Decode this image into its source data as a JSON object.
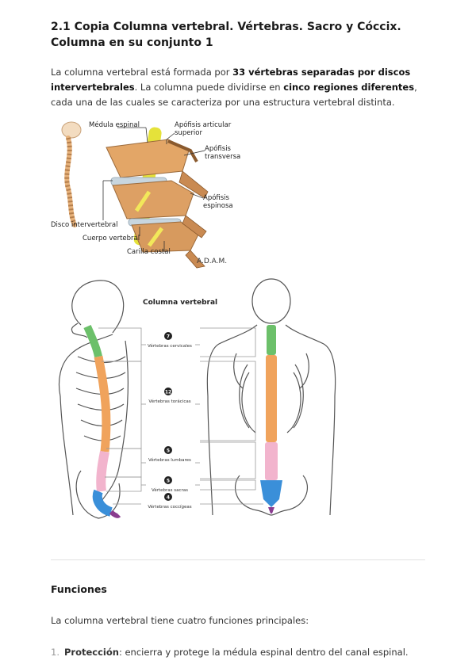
{
  "title": "2.1 Copia Columna vertebral. Vértebras. Sacro y Cóccix. Columna en su conjunto 1",
  "intro": {
    "p1": "La columna vertebral está formada por ",
    "b1": "33 vértebras separadas por discos intervertebrales",
    "p2": ". La columna puede dividirse en ",
    "b2": "cinco regiones diferentes",
    "p3": ", cada una de las cuales se caracteriza por una estructura vertebral distinta."
  },
  "figure1": {
    "labels": {
      "medula": "Médula espinal",
      "apofisis_articular_1": "Apófisis articular",
      "apofisis_articular_2": "superior",
      "apofisis_transversa_1": "Apófisis",
      "apofisis_transversa_2": "transversa",
      "apofisis_espinosa_1": "Apófisis",
      "apofisis_espinosa_2": "espinosa",
      "disco": "Disco intervertebral",
      "cuerpo": "Cuerpo vertebral",
      "carilla": "Carilla costal"
    },
    "credit": "A.D.A.M."
  },
  "figure2": {
    "title": "Columna vertebral",
    "regions": [
      {
        "count": "7",
        "label": "Vértebras cervicales",
        "color": "#6cc06a"
      },
      {
        "count": "12",
        "label": "Vértebras torácicas",
        "color": "#f0a35c"
      },
      {
        "count": "5",
        "label": "Vértebras lumbares",
        "color": "#f2b4cd"
      },
      {
        "count": "5",
        "label": "Vértebras sacras",
        "color": "#3a8fd9"
      },
      {
        "count": "4",
        "label": "Vértebras coccígeas",
        "color": "#8a3c8f"
      }
    ]
  },
  "section": {
    "heading": "Funciones",
    "intro": "La columna vertebral tiene cuatro funciones principales:",
    "items": [
      {
        "number": "1.",
        "bold": "Protección",
        "text": ": encierra y protege la médula espinal dentro del canal espinal."
      }
    ]
  }
}
